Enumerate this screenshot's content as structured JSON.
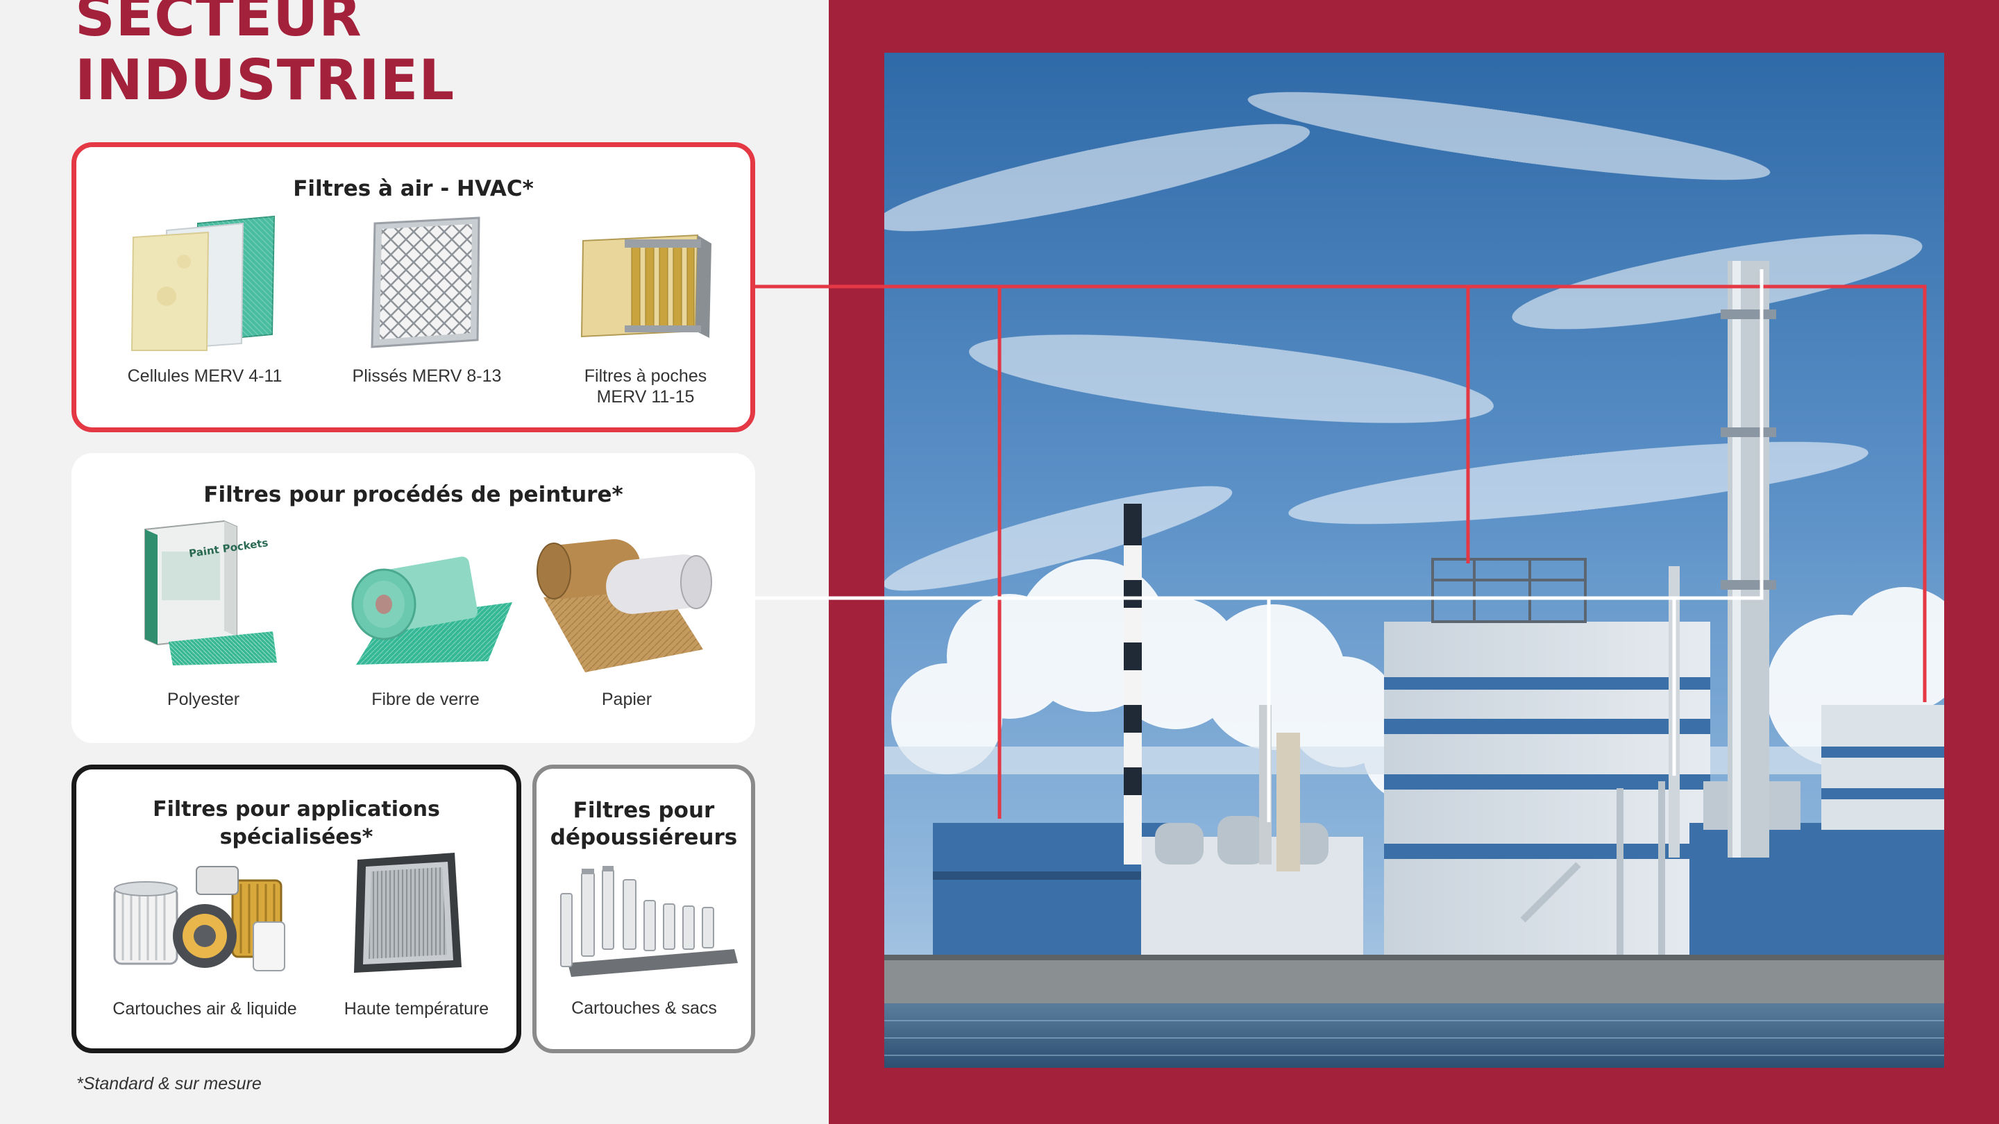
{
  "title": {
    "line1": "SECTEUR",
    "line2": "INDUSTRIEL"
  },
  "hvac": {
    "title": "Filtres à air - HVAC*",
    "items": [
      {
        "label": "Cellules MERV 4-11"
      },
      {
        "label": "Plissés MERV 8-13"
      },
      {
        "label_line1": "Filtres à poches",
        "label_line2": "MERV 11-15"
      }
    ]
  },
  "paint": {
    "title": "Filtres pour procédés de peinture*",
    "box_text": "Paint Pockets",
    "items": [
      {
        "label": "Polyester"
      },
      {
        "label": "Fibre de verre"
      },
      {
        "label": "Papier"
      }
    ]
  },
  "specialized": {
    "title": "Filtres pour applications spécialisées*",
    "items": [
      {
        "label": "Cartouches air & liquide"
      },
      {
        "label": "Haute température"
      }
    ]
  },
  "dust": {
    "title_line1": "Filtres pour",
    "title_line2": "dépoussiéreurs",
    "items": [
      {
        "label": "Cartouches & sacs"
      }
    ]
  },
  "footnote": "*Standard & sur mesure",
  "colors": {
    "brand_red": "#a3213b",
    "line_red": "#e43845",
    "text": "#222222",
    "background": "#f2f2f3"
  }
}
